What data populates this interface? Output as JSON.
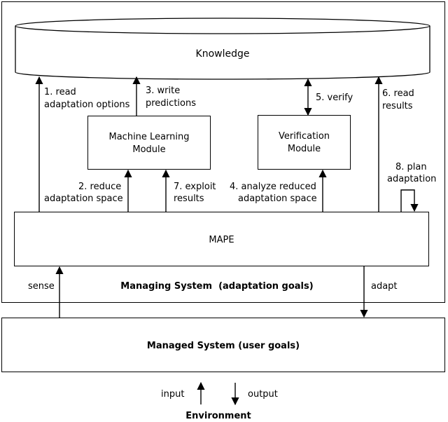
{
  "knowledge": {
    "label": "Knowledge"
  },
  "ml_module": {
    "line1": "Machine Learning",
    "line2": "Module"
  },
  "verification_module": {
    "line1": "Verification",
    "line2": "Module"
  },
  "mape": {
    "label": "MAPE"
  },
  "managing_system": {
    "label": "Managing System  (adaptation goals)"
  },
  "managed_system": {
    "label": "Managed System (user goals)"
  },
  "environment": {
    "label": "Environment"
  },
  "steps": {
    "s1": {
      "line1": "1. read",
      "line2": "adaptation options"
    },
    "s2": {
      "line1": "2. reduce",
      "line2": "adaptation space"
    },
    "s3": {
      "line1": "3. write",
      "line2": "predictions"
    },
    "s4": {
      "line1": "4. analyze reduced",
      "line2": "adaptation space"
    },
    "s5": {
      "line1": "5. verify"
    },
    "s6": {
      "line1": "6. read",
      "line2": "results"
    },
    "s7": {
      "line1": "7. exploit",
      "line2": "results"
    },
    "s8": {
      "line1": "8. plan",
      "line2": "adaptation"
    }
  },
  "io": {
    "sense": "sense",
    "adapt": "adapt",
    "input": "input",
    "output": "output"
  }
}
